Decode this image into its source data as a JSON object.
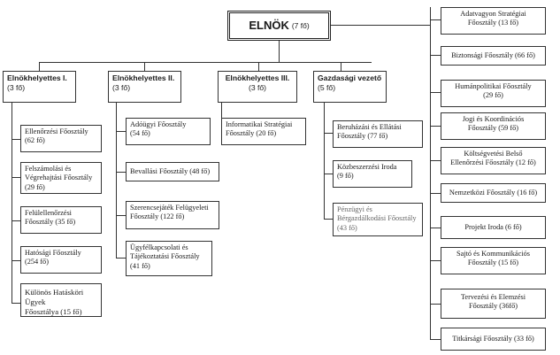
{
  "root": {
    "title": "ELNÖK",
    "count": "(7 fő)"
  },
  "deputies": [
    {
      "title": "Elnökhelyettes I.",
      "count": "(3 fő)",
      "units": [
        {
          "l1": "Ellenőrzési Főosztály",
          "l2": "(62 fő)"
        },
        {
          "l1": "Felszámolási és",
          "l2": "Végrehajtási Főosztály",
          "l3": "(29 fő)"
        },
        {
          "l1": "Felülellenőrzési",
          "l2": "Főosztály (35 fő)"
        },
        {
          "l1": "Hatósági Főosztály",
          "l2": "(254 fő)"
        },
        {
          "l1": "Különös Hatásköri Ügyek",
          "l2": "Főosztálya (15 fő)"
        }
      ]
    },
    {
      "title": "Elnökhelyettes II.",
      "count": "(3 fő)",
      "units": [
        {
          "l1": "Adóügyi Főosztály",
          "l2": "(54 fő)"
        },
        {
          "l1": "Bevallási Főosztály (48 fő)"
        },
        {
          "l1": "Szerencsejáték Felügyeleti",
          "l2": "Főosztály (122 fő)"
        },
        {
          "l1": "Ügyfélkapcsolati és",
          "l2": "Tájékoztatási Főosztály",
          "l3": "(41 fő)"
        }
      ]
    },
    {
      "title": "Elnökhelyettes III.",
      "count": "(3 fő)",
      "units": [
        {
          "l1": "Informatikai Stratégiai",
          "l2": "Főosztály (20 fő)"
        }
      ]
    },
    {
      "title": "Gazdasági vezető",
      "count": "(5 fő)",
      "units": [
        {
          "l1": "Beruházási és Ellátási",
          "l2": "Főosztály (77 fő)"
        },
        {
          "l1": "Közbeszerzési Iroda",
          "l2": "(9 fő)"
        },
        {
          "l1": "Pénzügyi és",
          "l2": "Bérgazdálkodási Főosztály",
          "l3": "(43 fő)"
        }
      ]
    }
  ],
  "direct": [
    {
      "l1": "Adatvagyon Stratégiai",
      "l2": "Főosztály (13 fő)"
    },
    {
      "l1": "Biztonsági Főosztály (66 fő)"
    },
    {
      "l1": "Humánpolitikai Főosztály",
      "l2": "(29 fő)"
    },
    {
      "l1": "Jogi és Koordinációs",
      "l2": "Főosztály (59 fő)"
    },
    {
      "l1": "Költségvetési Belső",
      "l2": "Ellenőrzési Főosztály (12 fő)"
    },
    {
      "l1": "Nemzetközi Főosztály (16 fő)"
    },
    {
      "l1": "Projekt Iroda (6 fő)"
    },
    {
      "l1": "Sajtó és Kommunikációs",
      "l2": "Főosztály (15 fő)"
    },
    {
      "l1": "Tervezési és Elemzési",
      "l2": "Főosztály (36fő)"
    },
    {
      "l1": "Titkársági Főosztály (33 fő)"
    }
  ]
}
